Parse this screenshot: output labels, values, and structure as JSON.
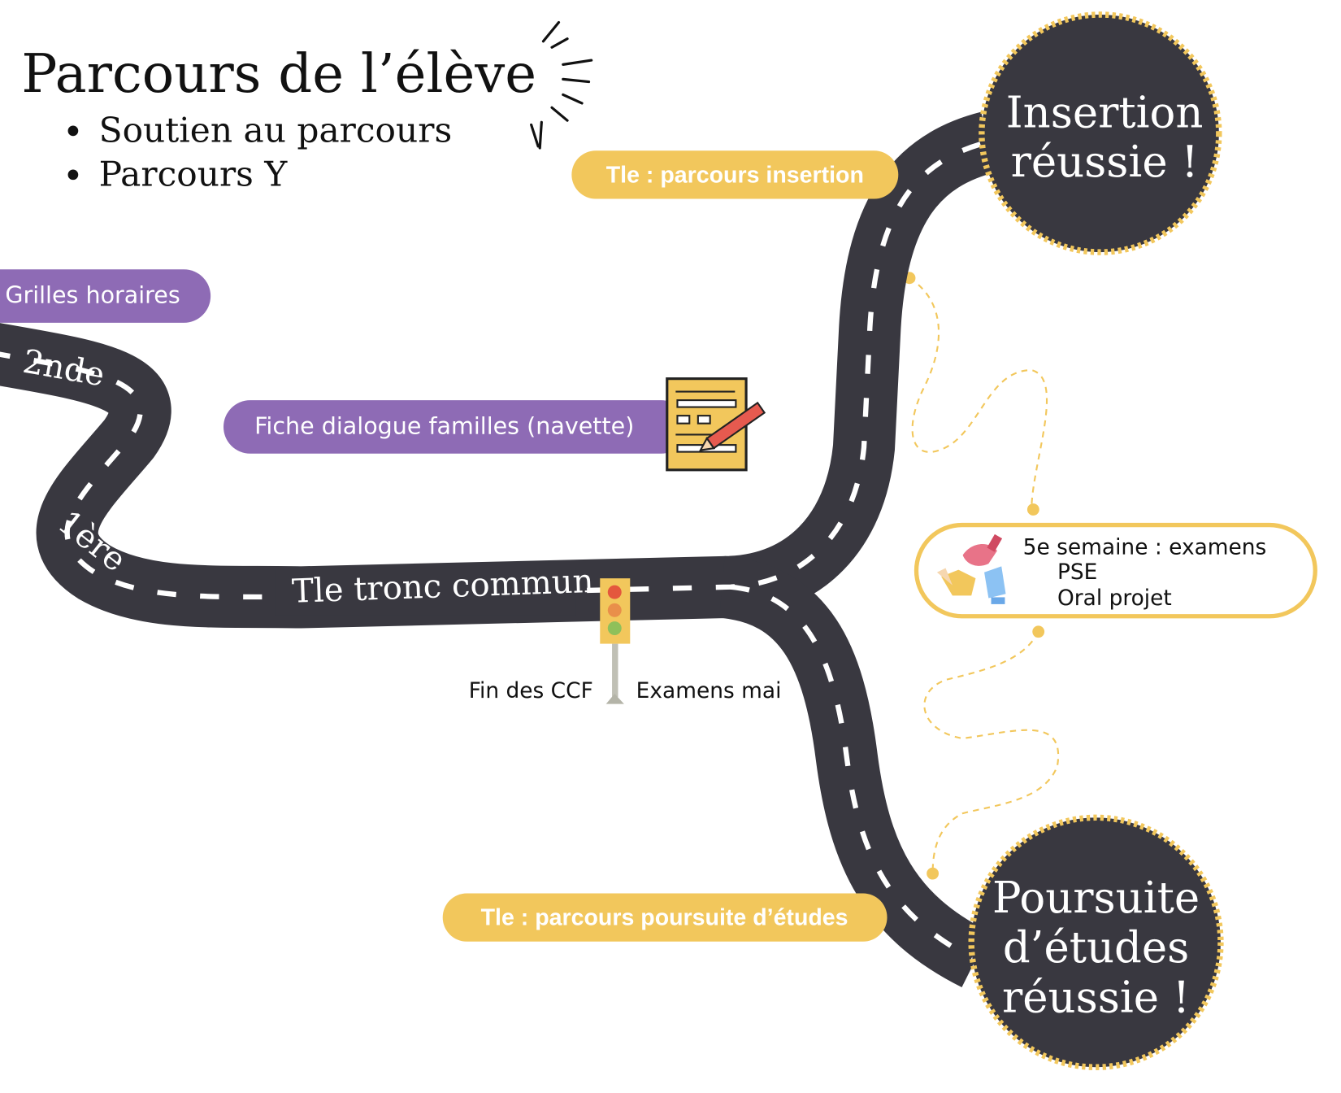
{
  "header": {
    "title": "Parcours de l’élève",
    "bullets": [
      "Soutien au parcours",
      "Parcours Y"
    ]
  },
  "labels": {
    "grilles": "Grilles horaires",
    "fiche": "Fiche dialogue familles (navette)",
    "tle_insertion": "Tle : parcours insertion",
    "tle_poursuite": "Tle : parcours poursuite d’études",
    "fin_ccf": "Fin des CCF",
    "examens_mai": "Examens mai"
  },
  "road": {
    "seconde": "2nde",
    "premiere": "1ère",
    "tronc": "Tle tronc commun"
  },
  "goals": {
    "insertion": [
      "Insertion",
      "réussie !"
    ],
    "poursuite": [
      "Poursuite",
      "d’études",
      "réussie !"
    ]
  },
  "exam_box": {
    "line1": "5e semaine : examens",
    "line2": "PSE",
    "line3": "Oral projet"
  },
  "colors": {
    "road": "#393840",
    "yellow": "#f2c75c",
    "purple": "#8e6bb5"
  }
}
